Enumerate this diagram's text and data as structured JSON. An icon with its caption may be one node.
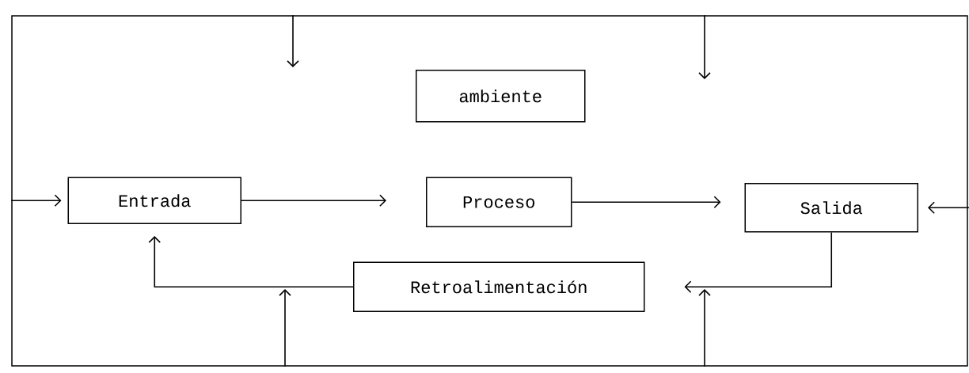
{
  "diagram": {
    "nodes": [
      {
        "text": [],
        "shape": "box"
      },
      {
        "text": [
          "ambiente"
        ],
        "in": 0
      },
      {
        "text": [
          "Entrada"
        ],
        "in": 0
      },
      {
        "text": [
          "Proceso"
        ],
        "in": 0
      },
      {
        "text": [
          "Salida"
        ],
        "in": 0
      },
      {
        "text": [
          "Retroalimentación"
        ],
        "in": 0
      }
    ],
    "edges": [
      {
        "from": 0,
        "to": null,
        "arrow": "to"
      },
      {
        "from": 0,
        "to": null,
        "arrow": "to"
      },
      {
        "from": 0,
        "to": 2,
        "arrow": "to"
      },
      {
        "from": 2,
        "to": 3,
        "arrow": "to"
      },
      {
        "from": 3,
        "to": 4,
        "arrow": "to"
      },
      {
        "from": null,
        "to": 4,
        "arrow": "to"
      },
      {
        "from": 4,
        "to": 5,
        "arrow": "to"
      },
      {
        "from": 5,
        "to": 2,
        "arrow": "to"
      },
      {
        "from": 0,
        "to": null,
        "arrow": "to"
      },
      {
        "from": 0,
        "to": null,
        "arrow": "to"
      }
    ]
  }
}
